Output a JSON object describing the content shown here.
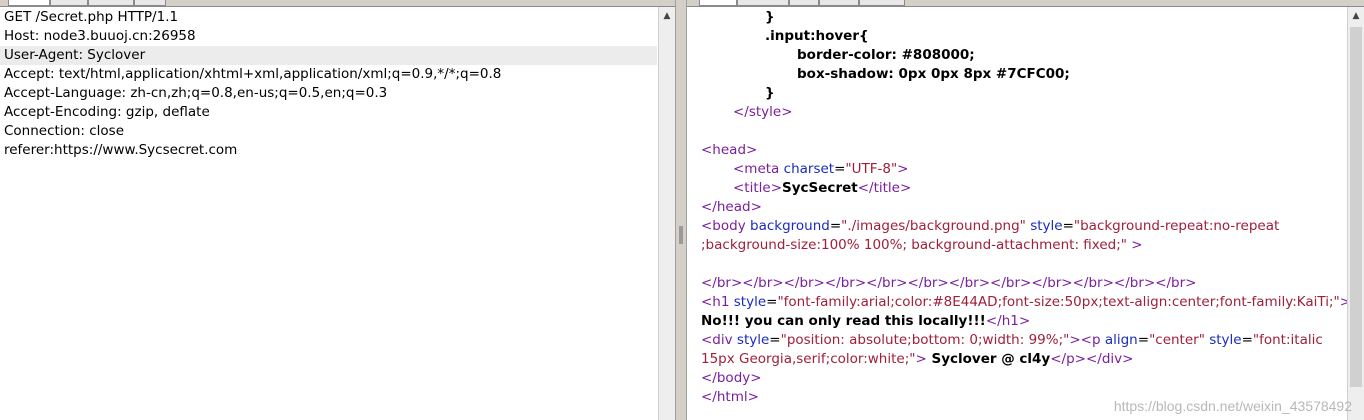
{
  "request": {
    "lines": [
      "GET /Secret.php HTTP/1.1",
      "Host: node3.buuoj.cn:26958",
      "User-Agent: Syclover",
      "Accept: text/html,application/xhtml+xml,application/xml;q=0.9,*/*;q=0.8",
      "Accept-Language: zh-cn,zh;q=0.8,en-us;q=0.5,en;q=0.3",
      "Accept-Encoding: gzip, deflate",
      "Connection: close",
      "referer:https://www.Sycsecret.com"
    ]
  },
  "response": {
    "css_close_brace": "}",
    "css_selector": ".input:hover{",
    "css_border": "border-color: #808000;",
    "css_shadow": "box-shadow: 0px 0px 8px #7CFC00;",
    "css_close2": "}",
    "style_close": "</style>",
    "head_open": "<head>",
    "meta_tag": "<meta",
    "meta_attr": "charset",
    "meta_val": "\"UTF-8\"",
    "meta_end": ">",
    "title_open": "<title>",
    "title_text": "SycSecret",
    "title_close": "</title>",
    "head_close": "</head>",
    "body_tag": "<body",
    "body_attr1": "background",
    "body_val1": "\"./images/background.png\"",
    "body_attr2": "style",
    "body_val2": "\"background-repeat:no-repeat",
    "body_val2_cont": ";background-size:100% 100%; background-attachment: fixed;\"",
    "body_end": " >",
    "br_line": "</br></br></br></br></br></br></br></br></br></br></br></br>",
    "h1_tag": "<h1",
    "h1_attr": "style",
    "h1_val": "\"font-family:arial;color:#8E44AD;font-size:50px;text-align:center;font-family:KaiTi;\"",
    "h1_end": ">",
    "h1_text": "No!!! you can only read this locally!!!",
    "h1_close": "</h1>",
    "div_tag": "<div",
    "div_attr": "style",
    "div_val": "\"position: absolute;bottom: 0;width: 99%;\"",
    "div_end": ">",
    "p_tag": "<p",
    "p_attr1": "align",
    "p_val1": "\"center\"",
    "p_attr2": "style",
    "p_val2": "\"font:italic",
    "p_val2_cont": "15px Georgia,serif;color:white;\"",
    "p_end": ">",
    "p_text": " Syclover @ cl4y",
    "p_close": "</p></div>",
    "body_close": "</body>",
    "html_close": "</html>"
  },
  "watermark": "https://blog.csdn.net/weixin_43578492"
}
